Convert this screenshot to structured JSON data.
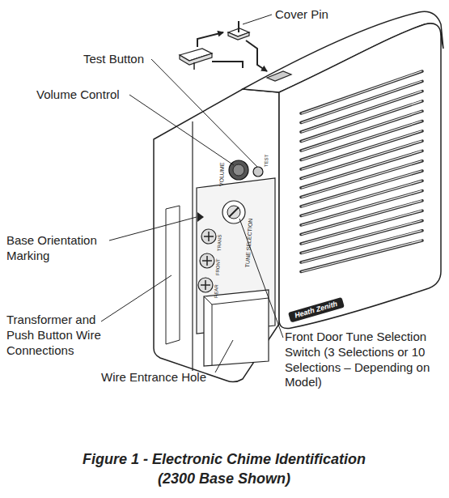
{
  "diagram": {
    "caption": "Figure 1 - Electronic Chime Identification (2300 Base Shown)",
    "labels": [
      "Cover Pin",
      "Test Button",
      "Volume Control",
      "Base Orientation Marking",
      "Transformer and Push Button Wire Connections",
      "Wire Entrance Hole",
      "Front Door Tune Selection Switch (3 Selections or 10 Selections – Depending on Model)",
      "VOLUME",
      "TEST",
      "TUNE SELECTION",
      "TRANS",
      "FRONT",
      "REAR",
      "Heath Zenith"
    ]
  }
}
